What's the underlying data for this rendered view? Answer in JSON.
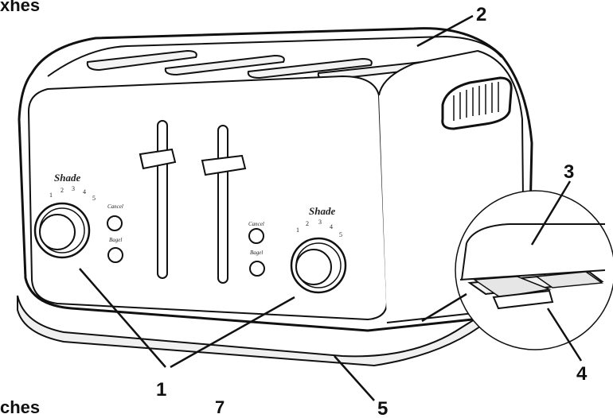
{
  "header": {
    "text": "xhes"
  },
  "footer": {
    "left_text": "ches",
    "number_text": "7"
  },
  "callouts": [
    {
      "id": "1",
      "text": "1"
    },
    {
      "id": "2",
      "text": "2"
    },
    {
      "id": "3",
      "text": "3"
    },
    {
      "id": "4",
      "text": "4"
    },
    {
      "id": "5",
      "text": "5"
    }
  ],
  "left_panel": {
    "shade_label": "Shade",
    "ticks": [
      "1",
      "2",
      "3",
      "4",
      "5"
    ],
    "cancel_label": "Cancel",
    "bagel_label": "Bagel"
  },
  "right_panel": {
    "shade_label": "Shade",
    "ticks": [
      "1",
      "2",
      "3",
      "4",
      "5"
    ],
    "cancel_label": "Cancel",
    "bagel_label": "Bagel"
  },
  "colors": {
    "line": "#111111",
    "fill": "#ffffff",
    "shadow": "#e9e9e9"
  }
}
